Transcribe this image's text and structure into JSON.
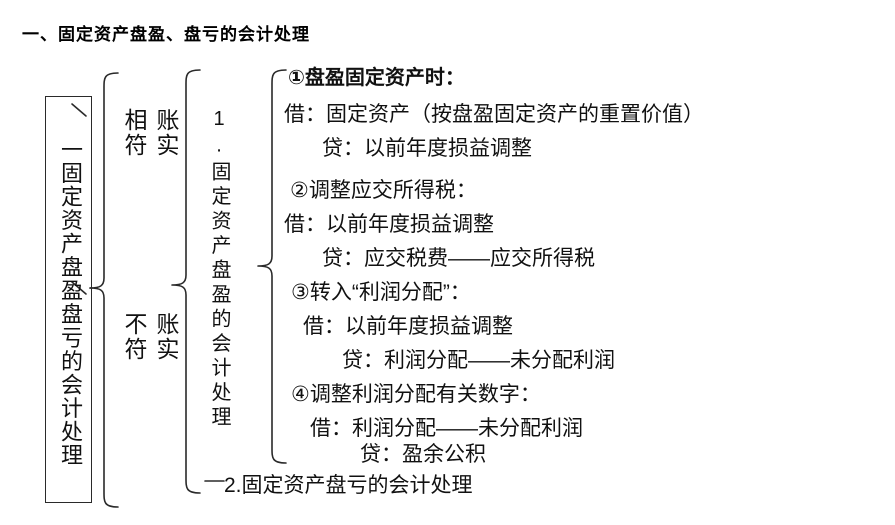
{
  "title": "一、固定资产盘盈、盘亏的会计处理",
  "root_box": {
    "label": "一固定资产盘盈盘亏的会计处理"
  },
  "branches": [
    {
      "line1": "账实",
      "line2": "相符"
    },
    {
      "line1": "账实",
      "line2": "不符"
    }
  ],
  "sub_branches": [
    {
      "label": "1.固定资产盘盈的会计处理"
    },
    {
      "label": "2.固定资产盘亏的会计处理"
    }
  ],
  "entries": [
    {
      "heading": "①盘盈固定资产时：",
      "debit": "借：固定资产（按盘盈固定资产的重置价值）",
      "credit": "贷：以前年度损益调整"
    },
    {
      "heading": "②调整应交所得税：",
      "debit": "借：以前年度损益调整",
      "credit": "贷：应交税费——应交所得税"
    },
    {
      "heading": "③转入“利润分配”：",
      "debit": "借：以前年度损益调整",
      "credit": "贷：利润分配——未分配利润"
    },
    {
      "heading": "④调整利润分配有关数字：",
      "debit": "借：利润分配——未分配利润",
      "credit": "贷：盈余公积"
    }
  ],
  "colors": {
    "ink": "#111111",
    "line": "#2a2a2a",
    "background": "#ffffff"
  }
}
